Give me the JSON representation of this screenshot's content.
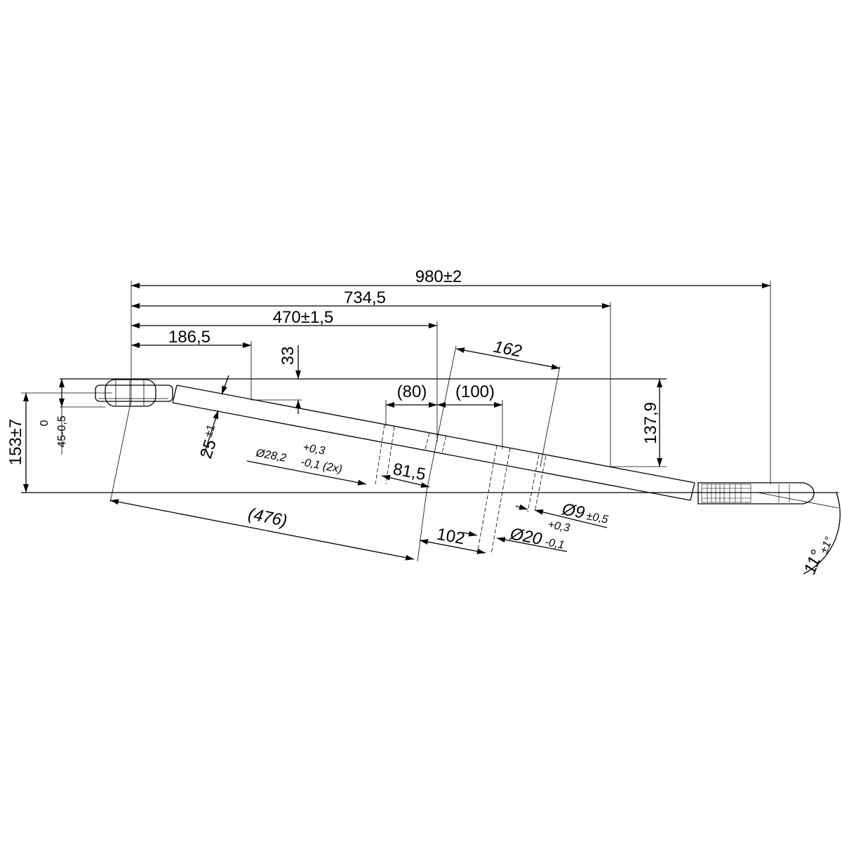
{
  "drawing": {
    "dimensions": {
      "overall_length": "980±2",
      "length_734": "734,5",
      "length_470": "470±1,5",
      "length_186": "186,5",
      "offset_33": "33",
      "height_137": "137,9",
      "height_153": "153±7",
      "eye_width_main": "45-0,5",
      "eye_width_upper_tol": "0",
      "tube_dia": "25",
      "tube_dia_tol": "±1",
      "ref_80": "(80)",
      "ref_100": "(100)",
      "dist_162": "162",
      "ref_476": "(476)",
      "dist_81": "81,5",
      "dist_102": "102",
      "hole_28_main": "Ø28,2",
      "hole_28_upper": "+0,3",
      "hole_28_lower": "-0,1 (2x)",
      "hole_20_main": "Ø20",
      "hole_20_upper": "+0,3",
      "hole_20_lower": "-0,1",
      "hole_9": "Ø9",
      "hole_9_tol": "±0,5",
      "angle_main": "11°",
      "angle_tol": "±1°"
    }
  }
}
